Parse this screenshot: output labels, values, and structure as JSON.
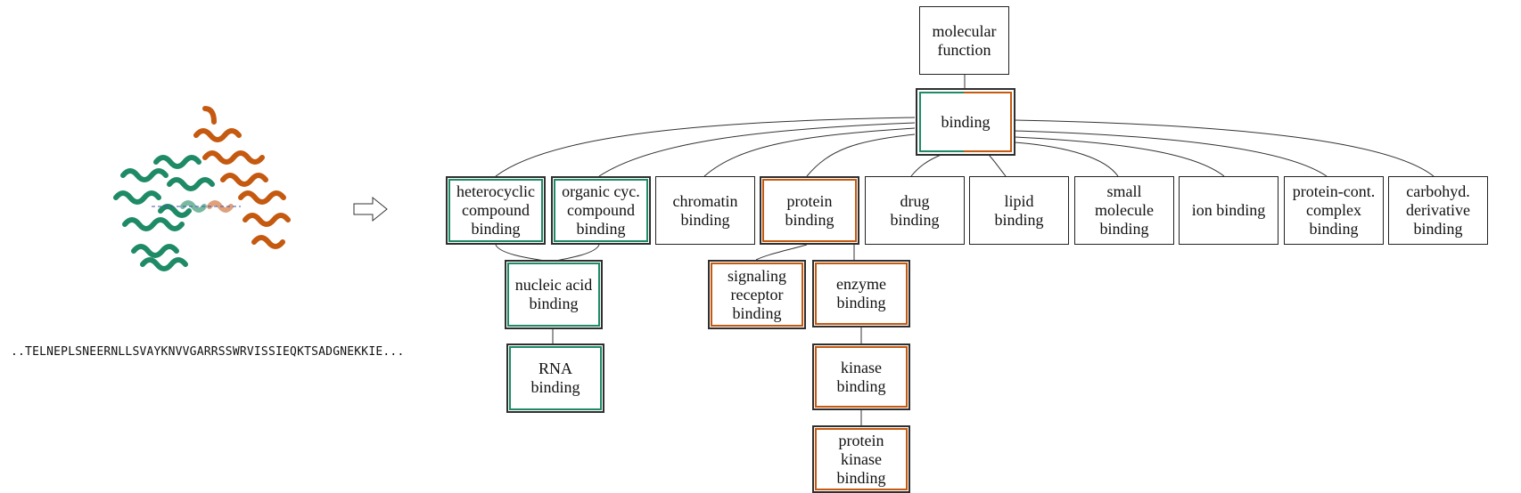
{
  "colors": {
    "green": "#1e8a66",
    "orange": "#c4590f",
    "edge": "#333333"
  },
  "sequence": "..TELNEPLSNEERNLLSVAYKNVVGARRSSWRVISSIEQKTSADGNEKKIE...",
  "structure_image": {
    "icon": "protein-structure-icon"
  },
  "nodes": {
    "molecular_function": "molecular\nfunction",
    "binding": "binding",
    "heterocyclic": "heterocyclic\ncompound\nbinding",
    "organic_cyc": "organic cyc.\ncompound\nbinding",
    "chromatin": "chromatin\nbinding",
    "protein_binding": "protein\nbinding",
    "drug": "drug\nbinding",
    "lipid": "lipid\nbinding",
    "small_molecule": "small\nmolecule\nbinding",
    "ion": "ion binding",
    "protein_cont": "protein-cont.\ncomplex\nbinding",
    "carbohyd": "carbohyd.\nderivative\nbinding",
    "nucleic_acid": "nucleic acid\nbinding",
    "rna": "RNA\nbinding",
    "signaling": "signaling\nreceptor\nbinding",
    "enzyme": "enzyme\nbinding",
    "kinase": "kinase\nbinding",
    "protein_kinase": "protein\nkinase\nbinding"
  }
}
